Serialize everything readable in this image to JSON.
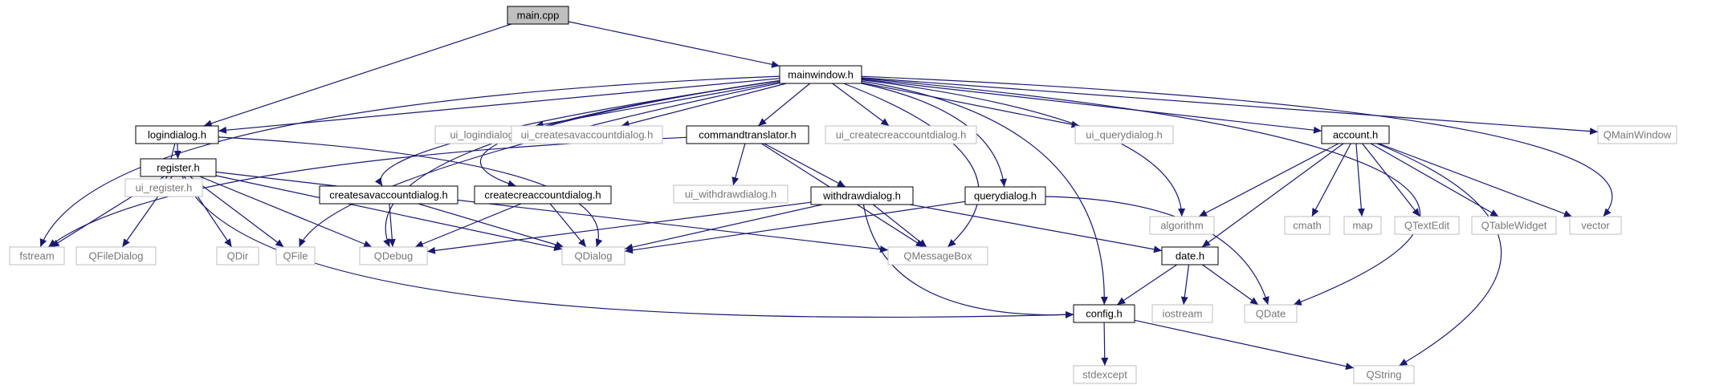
{
  "diagram": {
    "colors": {
      "edge": "#191970",
      "node_border": "#000000",
      "external_border": "#bfbfbf",
      "external_text": "#777777",
      "root_fill": "#bfbfbf",
      "node_fill": "#ffffff",
      "text": "#000000"
    },
    "nodes": [
      {
        "id": "main_cpp",
        "label": "main.cpp",
        "kind": "root"
      },
      {
        "id": "mainwindow_h",
        "label": "mainwindow.h",
        "kind": "local"
      },
      {
        "id": "logindialog_h",
        "label": "logindialog.h",
        "kind": "local"
      },
      {
        "id": "ui_logindialog_h",
        "label": "ui_logindialog.h",
        "kind": "external"
      },
      {
        "id": "ui_createsavaccountdialog_h",
        "label": "ui_createsavaccountdialog.h",
        "kind": "external"
      },
      {
        "id": "commandtranslator_h",
        "label": "commandtranslator.h",
        "kind": "local"
      },
      {
        "id": "ui_createcreaccountdialog_h",
        "label": "ui_createcreaccountdialog.h",
        "kind": "external"
      },
      {
        "id": "ui_querydialog_h",
        "label": "ui_querydialog.h",
        "kind": "external"
      },
      {
        "id": "account_h",
        "label": "account.h",
        "kind": "local"
      },
      {
        "id": "QMainWindow",
        "label": "QMainWindow",
        "kind": "external"
      },
      {
        "id": "ui_register_h",
        "label": "ui_register.h",
        "kind": "external"
      },
      {
        "id": "register_h",
        "label": "register.h",
        "kind": "local"
      },
      {
        "id": "createsavaccountdialog_h",
        "label": "createsavaccountdialog.h",
        "kind": "local"
      },
      {
        "id": "createcreaccountdialog_h",
        "label": "createcreaccountdialog.h",
        "kind": "local"
      },
      {
        "id": "ui_withdrawdialog_h",
        "label": "ui_withdrawdialog.h",
        "kind": "external"
      },
      {
        "id": "withdrawdialog_h",
        "label": "withdrawdialog.h",
        "kind": "local"
      },
      {
        "id": "querydialog_h",
        "label": "querydialog.h",
        "kind": "local"
      },
      {
        "id": "algorithm",
        "label": "algorithm",
        "kind": "external"
      },
      {
        "id": "cmath",
        "label": "cmath",
        "kind": "external"
      },
      {
        "id": "map",
        "label": "map",
        "kind": "external"
      },
      {
        "id": "QTextEdit",
        "label": "QTextEdit",
        "kind": "external"
      },
      {
        "id": "QTableWidget",
        "label": "QTableWidget",
        "kind": "external"
      },
      {
        "id": "vector",
        "label": "vector",
        "kind": "external"
      },
      {
        "id": "fstream",
        "label": "fstream",
        "kind": "external"
      },
      {
        "id": "QFileDialog",
        "label": "QFileDialog",
        "kind": "external"
      },
      {
        "id": "QDir",
        "label": "QDir",
        "kind": "external"
      },
      {
        "id": "QFile",
        "label": "QFile",
        "kind": "external"
      },
      {
        "id": "QDebug",
        "label": "QDebug",
        "kind": "external"
      },
      {
        "id": "QDialog",
        "label": "QDialog",
        "kind": "external"
      },
      {
        "id": "QMessageBox",
        "label": "QMessageBox",
        "kind": "external"
      },
      {
        "id": "date_h",
        "label": "date.h",
        "kind": "local"
      },
      {
        "id": "iostream",
        "label": "iostream",
        "kind": "external"
      },
      {
        "id": "QDate",
        "label": "QDate",
        "kind": "external"
      },
      {
        "id": "config_h",
        "label": "config.h",
        "kind": "local"
      },
      {
        "id": "stdexcept",
        "label": "stdexcept",
        "kind": "external"
      },
      {
        "id": "QString",
        "label": "QString",
        "kind": "external"
      }
    ],
    "edges": [
      {
        "from": "main_cpp",
        "to": "mainwindow_h"
      },
      {
        "from": "main_cpp",
        "to": "logindialog_h"
      },
      {
        "from": "mainwindow_h",
        "to": "logindialog_h"
      },
      {
        "from": "mainwindow_h",
        "to": "ui_logindialog_h"
      },
      {
        "from": "mainwindow_h",
        "to": "ui_createsavaccountdialog_h"
      },
      {
        "from": "mainwindow_h",
        "to": "commandtranslator_h"
      },
      {
        "from": "mainwindow_h",
        "to": "ui_createcreaccountdialog_h"
      },
      {
        "from": "mainwindow_h",
        "to": "ui_querydialog_h"
      },
      {
        "from": "mainwindow_h",
        "to": "account_h"
      },
      {
        "from": "mainwindow_h",
        "to": "QMainWindow"
      },
      {
        "from": "mainwindow_h",
        "to": "vector"
      },
      {
        "from": "mainwindow_h",
        "to": "fstream"
      },
      {
        "from": "mainwindow_h",
        "to": "createsavaccountdialog_h"
      },
      {
        "from": "mainwindow_h",
        "to": "createcreaccountdialog_h"
      },
      {
        "from": "mainwindow_h",
        "to": "querydialog_h"
      },
      {
        "from": "mainwindow_h",
        "to": "QFile"
      },
      {
        "from": "mainwindow_h",
        "to": "QDebug"
      },
      {
        "from": "mainwindow_h",
        "to": "QMessageBox"
      },
      {
        "from": "mainwindow_h",
        "to": "algorithm"
      },
      {
        "from": "mainwindow_h",
        "to": "config_h"
      },
      {
        "from": "mainwindow_h",
        "to": "QDate"
      },
      {
        "from": "logindialog_h",
        "to": "ui_register_h"
      },
      {
        "from": "logindialog_h",
        "to": "register_h"
      },
      {
        "from": "logindialog_h",
        "to": "QDialog"
      },
      {
        "from": "register_h",
        "to": "fstream"
      },
      {
        "from": "register_h",
        "to": "QFileDialog"
      },
      {
        "from": "register_h",
        "to": "QDir"
      },
      {
        "from": "register_h",
        "to": "QFile"
      },
      {
        "from": "register_h",
        "to": "QDebug"
      },
      {
        "from": "register_h",
        "to": "QDialog"
      },
      {
        "from": "register_h",
        "to": "QMessageBox"
      },
      {
        "from": "register_h",
        "to": "config_h"
      },
      {
        "from": "createsavaccountdialog_h",
        "to": "QDebug"
      },
      {
        "from": "createsavaccountdialog_h",
        "to": "QDialog"
      },
      {
        "from": "createcreaccountdialog_h",
        "to": "QDebug"
      },
      {
        "from": "createcreaccountdialog_h",
        "to": "QDialog"
      },
      {
        "from": "commandtranslator_h",
        "to": "fstream"
      },
      {
        "from": "commandtranslator_h",
        "to": "ui_withdrawdialog_h"
      },
      {
        "from": "commandtranslator_h",
        "to": "withdrawdialog_h"
      },
      {
        "from": "commandtranslator_h",
        "to": "QMessageBox"
      },
      {
        "from": "withdrawdialog_h",
        "to": "QDebug"
      },
      {
        "from": "withdrawdialog_h",
        "to": "QDialog"
      },
      {
        "from": "withdrawdialog_h",
        "to": "QMessageBox"
      },
      {
        "from": "withdrawdialog_h",
        "to": "date_h"
      },
      {
        "from": "withdrawdialog_h",
        "to": "config_h"
      },
      {
        "from": "querydialog_h",
        "to": "QDialog"
      },
      {
        "from": "querydialog_h",
        "to": "QDate"
      },
      {
        "from": "account_h",
        "to": "algorithm"
      },
      {
        "from": "account_h",
        "to": "cmath"
      },
      {
        "from": "account_h",
        "to": "map"
      },
      {
        "from": "account_h",
        "to": "QTextEdit"
      },
      {
        "from": "account_h",
        "to": "QTableWidget"
      },
      {
        "from": "account_h",
        "to": "vector"
      },
      {
        "from": "account_h",
        "to": "date_h"
      },
      {
        "from": "account_h",
        "to": "QString"
      },
      {
        "from": "date_h",
        "to": "config_h"
      },
      {
        "from": "date_h",
        "to": "iostream"
      },
      {
        "from": "date_h",
        "to": "QDate"
      },
      {
        "from": "config_h",
        "to": "stdexcept"
      },
      {
        "from": "config_h",
        "to": "QString"
      }
    ]
  }
}
